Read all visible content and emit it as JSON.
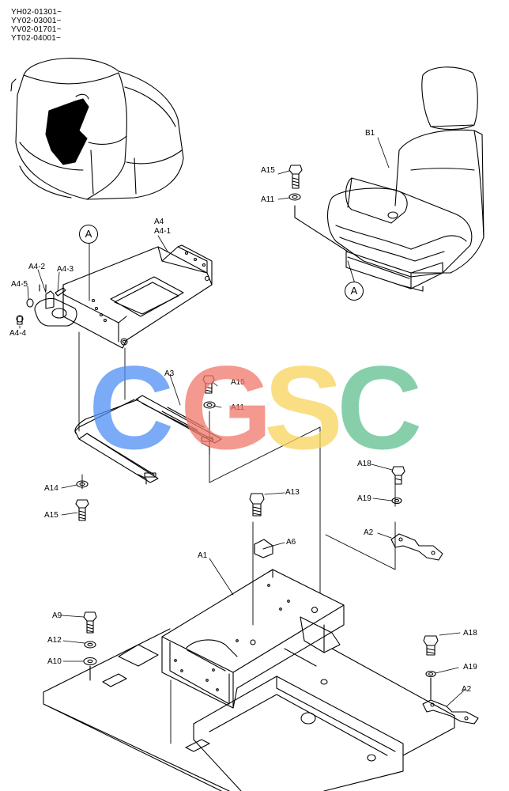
{
  "serial_numbers": [
    "YH02-01301~",
    "YY02-03001~",
    "YV02-01701~",
    "YT02-04001~"
  ],
  "reference_marker": "A",
  "part_labels": {
    "b1": "B1",
    "a15_top": "A15",
    "a11_top": "A11",
    "a4": "A4",
    "a4_1": "A4-1",
    "a4_2": "A4-2",
    "a4_3": "A4-3",
    "a4_4": "A4-4",
    "a4_5": "A4-5",
    "a3": "A3",
    "a15_mid": "A15",
    "a11_mid": "A11",
    "a14": "A14",
    "a15_low": "A15",
    "a18_top": "A18",
    "a19_top": "A19",
    "a2_top": "A2",
    "a13": "A13",
    "a6": "A6",
    "a1": "A1",
    "a9": "A9",
    "a12": "A12",
    "a10": "A10",
    "a18_bot": "A18",
    "a19_bot": "A19",
    "a2_bot": "A2"
  },
  "watermark": {
    "letters": [
      "C",
      "G",
      "S",
      "C"
    ],
    "colors": [
      "#4f8ef3",
      "#f0786a",
      "#f7d45c",
      "#5fbf8f"
    ]
  }
}
